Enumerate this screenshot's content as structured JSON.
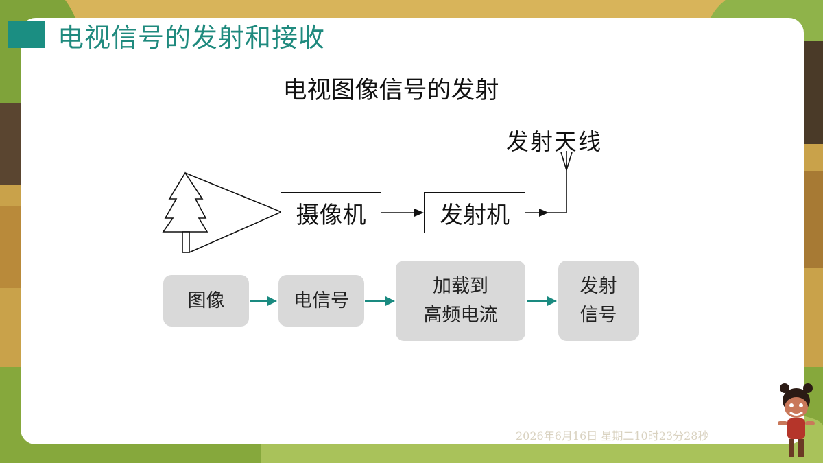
{
  "slide": {
    "title": "电视信号的发射和接收",
    "subtitle": "电视图像信号的发射"
  },
  "diagram": {
    "antenna_label": "发射天线",
    "camera_label": "摄像机",
    "transmitter_label": "发射机"
  },
  "flow": {
    "steps": [
      {
        "lines": [
          "图像"
        ]
      },
      {
        "lines": [
          "电信号"
        ]
      },
      {
        "lines": [
          "加载到",
          "高频电流"
        ]
      },
      {
        "lines": [
          "发射",
          "信号"
        ]
      }
    ]
  },
  "footer": {
    "datetime": "2026年6月16日 星期二10时23分28秒"
  },
  "colors": {
    "accent": "#1b8e82",
    "title": "#1f8a7e",
    "arrow": "#1a8a80",
    "flow_box": "#d9d9d9"
  }
}
